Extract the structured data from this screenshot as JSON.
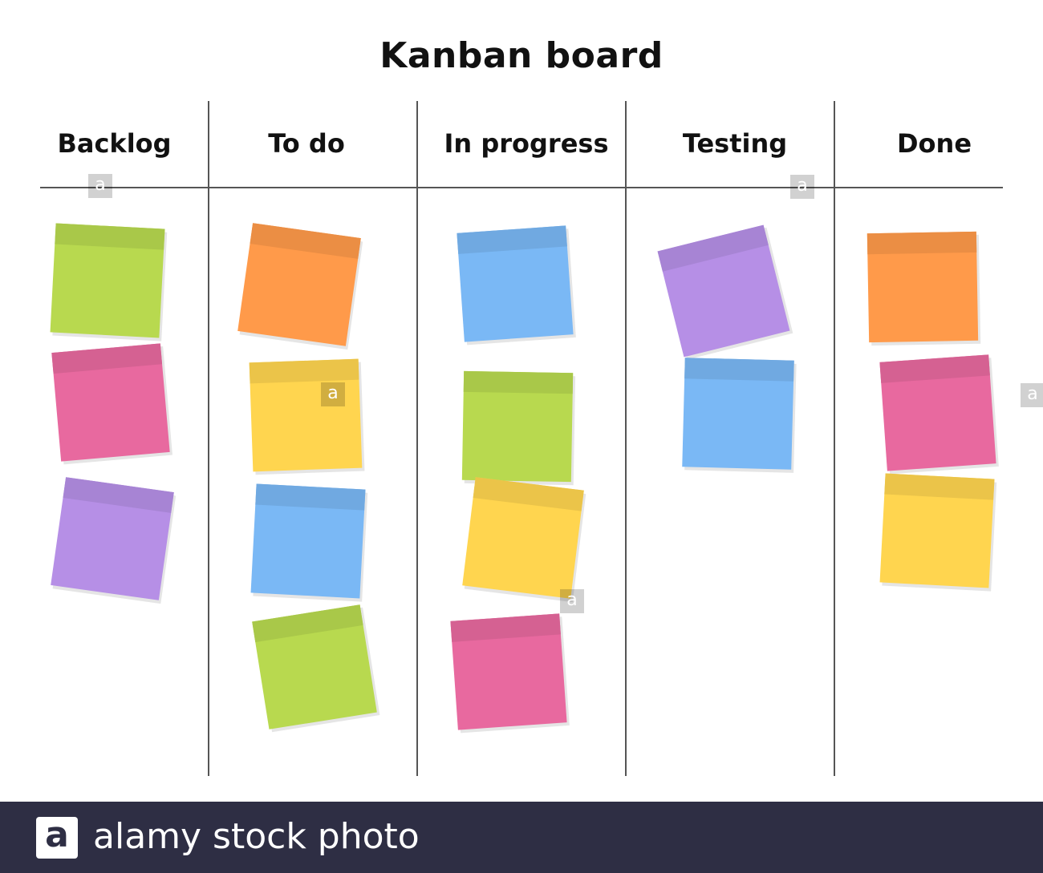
{
  "title": "Kanban board",
  "columns": [
    {
      "label": "Backlog"
    },
    {
      "label": "To do"
    },
    {
      "label": "In progress"
    },
    {
      "label": "Testing"
    },
    {
      "label": "Done"
    }
  ],
  "colors": {
    "green": "#b8d94f",
    "orange": "#ff9a4a",
    "pink": "#e8699f",
    "purple": "#b68fe6",
    "yellow": "#ffd54f",
    "blue": "#7ab8f5",
    "line": "#555555",
    "footer": "#2e2e44"
  },
  "notes": {
    "backlog": [
      "green",
      "pink",
      "purple"
    ],
    "todo": [
      "orange",
      "yellow",
      "blue",
      "green"
    ],
    "in_progress": [
      "blue",
      "green",
      "yellow",
      "pink"
    ],
    "testing": [
      "purple",
      "blue"
    ],
    "done": [
      "orange",
      "pink",
      "yellow"
    ]
  },
  "watermark": {
    "glyph": "a",
    "brand": "alamy stock photo"
  }
}
